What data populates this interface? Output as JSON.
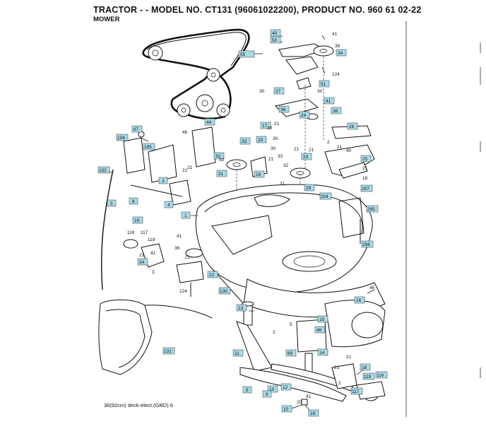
{
  "header": {
    "title": "TRACTOR - - MODEL NO. CT131 (96061022200), PRODUCT NO. 960 61 02-22",
    "subtitle": "MOWER"
  },
  "footer": {
    "text": "36(92cm)   deck-elect.(GRD)  6"
  },
  "callouts_boxed": [
    "40",
    "50",
    "34",
    "55",
    "51",
    "27",
    "41",
    "24",
    "36",
    "26",
    "44",
    "17",
    "33",
    "20",
    "25",
    "23",
    "28",
    "32",
    "31",
    "297",
    "204",
    "295",
    "296",
    "29",
    "1",
    "158",
    "185",
    "152",
    "3",
    "5",
    "6",
    "4",
    "19",
    "67",
    "34",
    "22",
    "130",
    "13",
    "15",
    "16",
    "46",
    "14",
    "69",
    "11",
    "8",
    "10",
    "12",
    "9",
    "119",
    "18",
    "116",
    "117",
    "131",
    "36",
    "10",
    "18"
  ],
  "callouts_plain": [
    "41",
    "36",
    "124",
    "30",
    "30",
    "30",
    "46",
    "21",
    "30",
    "21",
    "21",
    "30",
    "32",
    "21",
    "40",
    "21",
    "33",
    "32",
    "18",
    "2",
    "31",
    "21",
    "21",
    "41",
    "36",
    "118",
    "117",
    "119",
    "21",
    "41",
    "3",
    "21",
    "124",
    "46",
    "2",
    "5",
    "21",
    "21",
    "21",
    "20",
    "2",
    "41"
  ]
}
